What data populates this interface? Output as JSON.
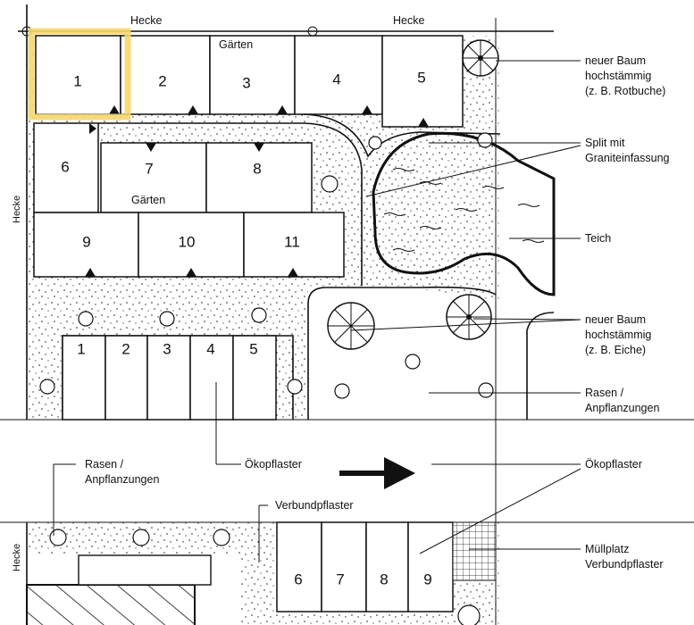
{
  "plan": {
    "hedge_label": "Hecke",
    "gardens_label": "Gärten",
    "gardens": [
      "1",
      "2",
      "3",
      "4",
      "5",
      "6",
      "7",
      "8",
      "9",
      "10",
      "11"
    ],
    "parking_top": [
      "1",
      "2",
      "3",
      "4",
      "5"
    ],
    "parking_bottom": [
      "6",
      "7",
      "8",
      "9"
    ],
    "highlight_color": "#f5d76e"
  },
  "callouts": {
    "tree_beech": [
      "neuer Baum",
      "hochstämmig",
      "(z. B. Rotbuche)"
    ],
    "gravel": [
      "Split mit",
      "Graniteinfassung"
    ],
    "pond": [
      "Teich"
    ],
    "tree_oak": [
      "neuer Baum",
      "hochstämmig",
      "(z. B. Eiche)"
    ],
    "lawn_right": [
      "Rasen /",
      "Anpflanzungen"
    ],
    "lawn_left": [
      "Rasen /",
      "Anpflanzungen"
    ],
    "oeko_left": [
      "Ökopflaster"
    ],
    "oeko_right": [
      "Ökopflaster"
    ],
    "verbund": [
      "Verbundpflaster"
    ],
    "waste": [
      "Müllplatz",
      "Verbundpflaster"
    ]
  }
}
